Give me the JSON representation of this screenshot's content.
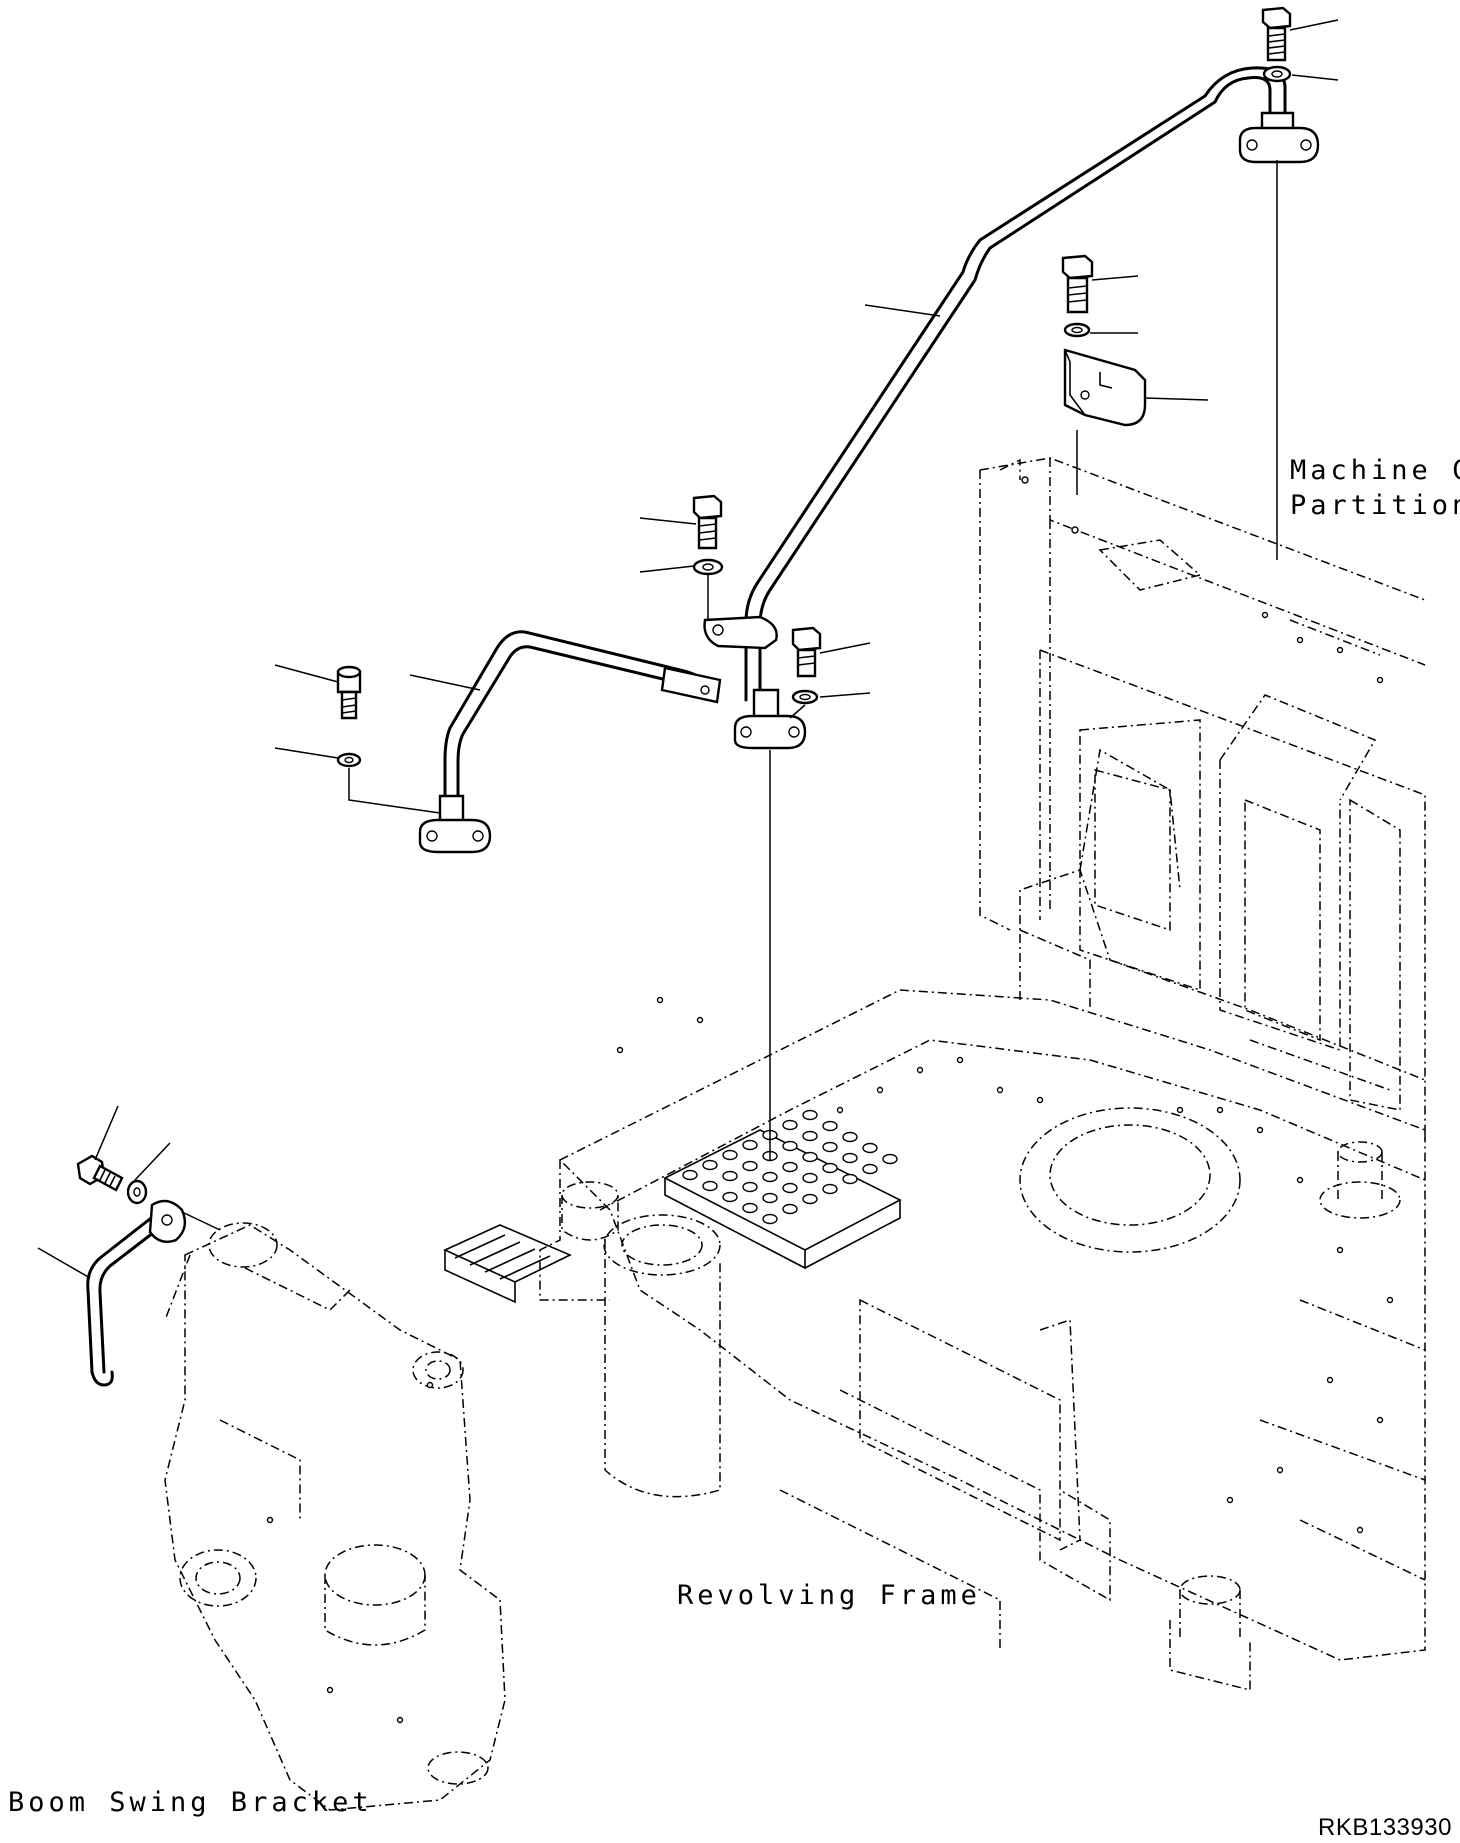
{
  "diagram": {
    "labels": {
      "cab_partition": [
        "Machine Cab",
        "Partition"
      ],
      "revolving_frame": "Revolving Frame",
      "boom_swing_bracket": "Boom Swing Bracket"
    },
    "drawing_code": "RKB133930",
    "colors": {
      "ink": "#000000",
      "paper": "#ffffff"
    }
  }
}
